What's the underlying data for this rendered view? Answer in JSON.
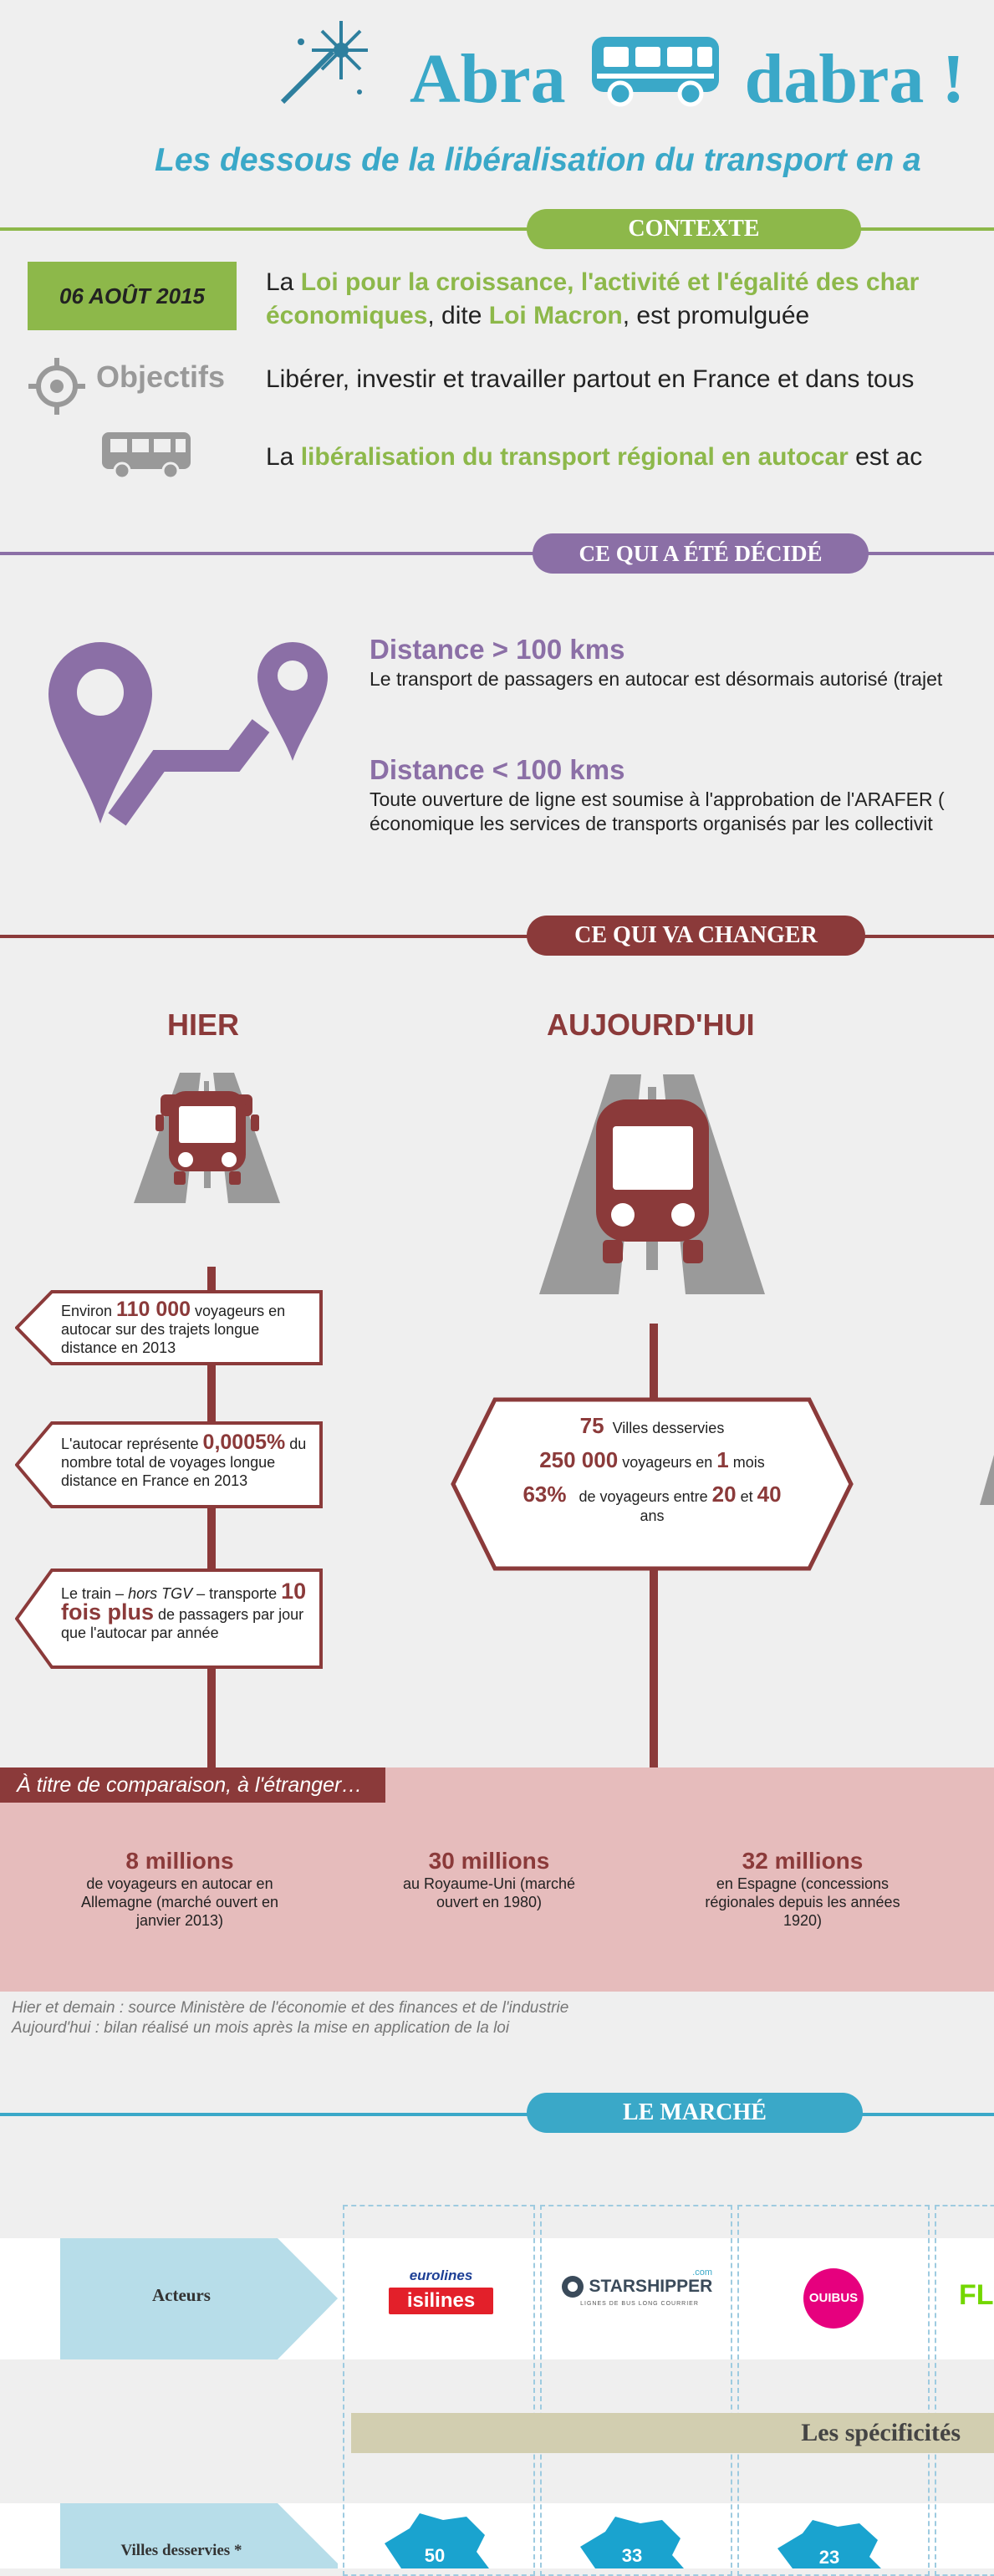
{
  "header": {
    "title_left": "Abra",
    "title_right": "dabra !",
    "subtitle": "Les dessous de la libéralisation du transport en a"
  },
  "colors": {
    "green": "#8db84a",
    "purple": "#8b6fa6",
    "darkred": "#8b3a3a",
    "blue": "#3aa8c8"
  },
  "contexte": {
    "section_label": "CONTEXTE",
    "date": "06 AOÛT 2015",
    "line1_a": "La ",
    "line1_b": "Loi pour la croissance, l'activité et l'égalité des char",
    "line2_a": "économiques",
    "line2_b": ", dite ",
    "line2_c": "Loi Macron",
    "line2_d": ", est  promulguée",
    "objectifs_label": "Objectifs",
    "objectifs_text": "Libérer, investir et travailler partout en France et dans tous",
    "bus_line_a": "La ",
    "bus_line_b": "libéralisation  du transport régional en autocar",
    "bus_line_c": " est ac"
  },
  "decide": {
    "section_label": "CE QUI A ÉTÉ DÉCIDÉ",
    "d1_title": "Distance  > 100 kms",
    "d1_text": "Le transport de passagers en autocar est désormais autorisé (trajet",
    "d2_title": "Distance  < 100 kms",
    "d2_text1": "Toute ouverture de ligne est soumise à l'approbation de l'ARAFER (",
    "d2_text2": "économique les services de transports organisés par les collectivit"
  },
  "changer": {
    "section_label": "CE QUI VA CHANGER",
    "hier": "HIER",
    "aujourdhui": "AUJOURD'HUI",
    "flag1_pre": "Environ ",
    "flag1_num": "110 000",
    "flag1_post": " voyageurs en autocar sur des trajets longue distance en 2013",
    "flag2_pre": "L'autocar représente ",
    "flag2_num": "0,0005%",
    "flag2_post": " du nombre total de voyages longue distance en France en 2013",
    "flag3_pre": "Le train – ",
    "flag3_it": "hors TGV",
    "flag3_mid": " – transporte ",
    "flag3_num": "10 fois plus",
    "flag3_post": " de passagers par jour que l'autocar par année",
    "today_n1": "75",
    "today_t1": "Villes desservies",
    "today_n2": "250 000",
    "today_t2": "voyageurs en",
    "today_n3": "1",
    "today_t3": "mois",
    "today_n4": "63%",
    "today_t4": "de voyageurs entre",
    "today_n5": "20",
    "today_t5": "et",
    "today_n6": "40",
    "today_t6": "ans"
  },
  "comparaison": {
    "tag": "À titre de comparaison, à l'étranger…",
    "c1_num": "8 millions",
    "c1_txt": "de voyageurs  en autocar en Allemagne (marché ouvert en janvier 2013)",
    "c2_num": "30 millions",
    "c2_txt": "au Royaume-Uni (marché ouvert en 1980)",
    "c3_num": "32 millions",
    "c3_txt": "en Espagne (concessions régionales depuis les années 1920)"
  },
  "source": {
    "line1": "Hier et demain : source Ministère de l'économie et des finances et de l'industrie",
    "line2": "Aujourd'hui : bilan réalisé  un mois  après la mise en application de la loi"
  },
  "marche": {
    "section_label": "LE MARCHÉ",
    "acteurs_label": "Acteurs",
    "logo1_top": "eurolines",
    "logo1_bottom": "isilines",
    "logo2": "STARSHIPPER",
    "logo2_sub": "LIGNES DE BUS LONG COURRIER",
    "logo2_com": ".com",
    "logo3": "OUIBUS",
    "logo4": "FL",
    "specificites": "Les spécificités",
    "villes_label": "Villes desservies  *",
    "villes_values": [
      "50",
      "33",
      "23"
    ]
  }
}
